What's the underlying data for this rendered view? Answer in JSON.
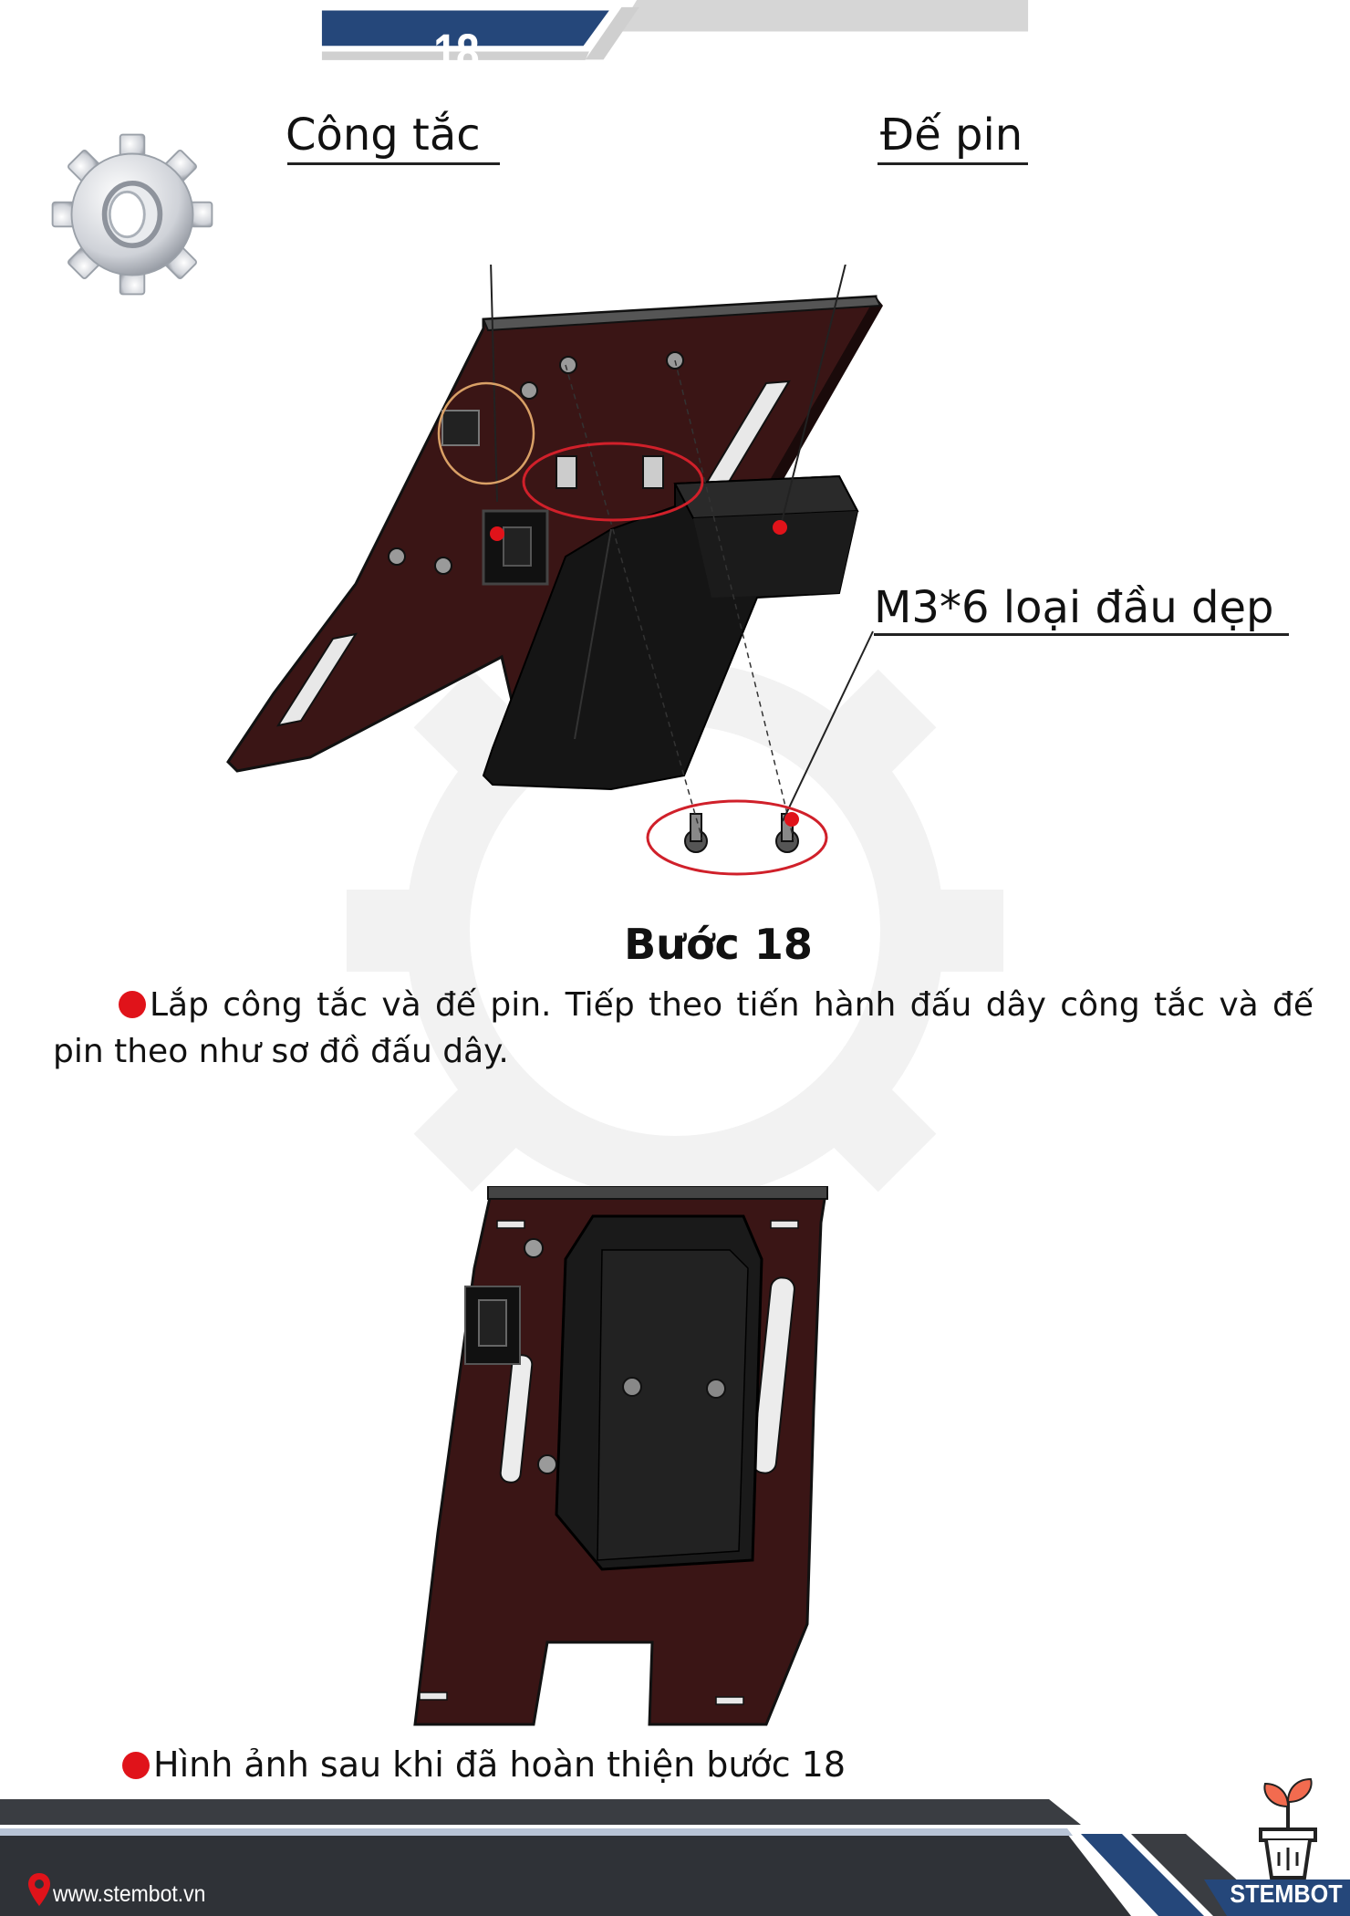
{
  "header": {
    "page_number": "18"
  },
  "figure_top": {
    "callouts": {
      "switch": "Công tắc",
      "battery_holder": "Đế pin",
      "screw": "M3*6 loại đầu dẹp"
    }
  },
  "step": {
    "title": "Bước 18",
    "description": "Lắp công tắc và đế pin. Tiếp theo tiến hành đấu dây công tắc và đế pin theo như sơ đồ đấu dây."
  },
  "figure_bottom": {
    "caption": "Hình ảnh sau khi đã hoàn thiện bước 18"
  },
  "footer": {
    "website": "www.stembot.vn",
    "brand": "STEMBOT"
  },
  "colors": {
    "header_blue": "#25477a",
    "accent_red": "#e0131a",
    "footer_dark": "#3a3d42",
    "plate_brown": "#3a1515"
  }
}
